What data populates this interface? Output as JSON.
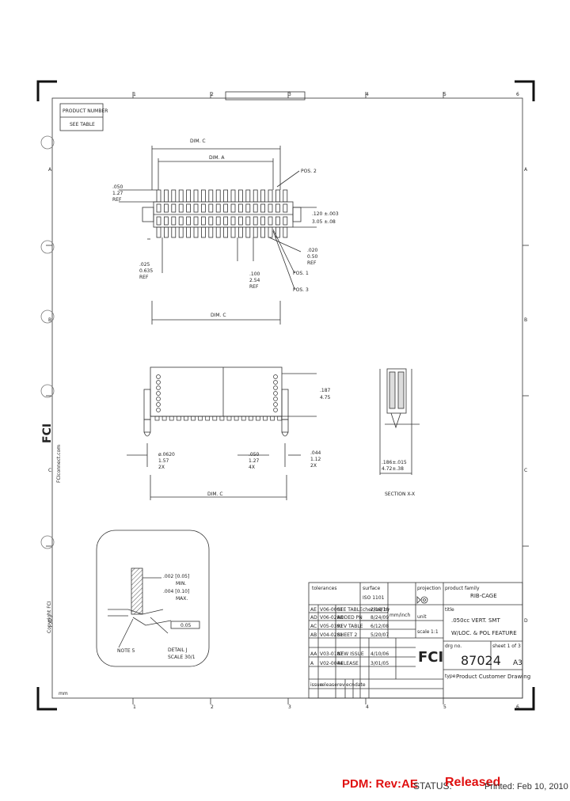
{
  "sheet": {
    "grid_top": [
      "1",
      "2",
      "3",
      "4",
      "5",
      "6"
    ],
    "grid_side": [
      "A",
      "B",
      "C",
      "D"
    ],
    "copyright": "Copyright  FCI",
    "fci_site": "FCIconnect.com",
    "corner_mark": "mm"
  },
  "product_box": {
    "label": "PRODUCT NUMBER",
    "value": "SEE TABLE"
  },
  "top_view": {
    "dim_c_label": "DIM. C",
    "dim_a_label": "DIM. A",
    "pos2": "POS. 2",
    "pos1": "POS. 1",
    "pos3": "POS. 3",
    "d050": ".050",
    "d127": "1.27",
    "ref": "REF",
    "d120": ".120 ±.003",
    "d305": "3.05 ±.08",
    "d020": ".020",
    "d050b": "0.50",
    "ref2": "REF",
    "d025": ".025",
    "d635": "0.635",
    "ref3": "REF",
    "d100": ".100",
    "d254": "2.54",
    "ref4": "REF",
    "dim_c2": "DIM. C"
  },
  "front_view": {
    "d187": ".187",
    "d475": "4.75",
    "d0620": "ø.0620",
    "d157": "1.57",
    "x2": "2X",
    "d050": ".050",
    "d127": "1.27",
    "x4": "4X",
    "d044": ".044",
    "d112": "1.12",
    "x2b": "2X",
    "dim_c": "DIM. C"
  },
  "section": {
    "dim": ".186±.015",
    "dim_mm": "4.72±.38",
    "label": "SECTION  X-X"
  },
  "detail": {
    "d002": ".002 [0.05]",
    "min": "MIN.",
    "d004": ".004 [0.10]",
    "max": "MAX.",
    "note": "NOTE 5",
    "label": "DETAIL J",
    "scale": "SCALE 30/1",
    "ref_box": "0.05"
  },
  "title_block": {
    "tol_label": "tolerances",
    "surface": "surface",
    "projection": "projection",
    "product_family_label": "product family",
    "product_family": "RIB-CAGE",
    "title_label": "title",
    "title1": ".050cc VERT. SMT",
    "title2": "W/LOC. & POL FEATURE",
    "drawing_no_label": "drg no.",
    "drawing_no": "87024",
    "size": "A3",
    "sheet": "sheet 1 of 3",
    "scale_label": "scale",
    "scale": "1:1",
    "type_label": "type",
    "type": "Product Customer Drawing",
    "unit_label": "unit",
    "unit": "mm/inch",
    "dim_std": "ISO 1101",
    "check_label": "checked by",
    "revisions": [
      {
        "rev": "AE",
        "ecn": "V06-0001",
        "note": "SEE TABLE",
        "date": "2/16/10"
      },
      {
        "rev": "AD",
        "ecn": "V06-0288",
        "note": "ADDED PN",
        "date": "8/24/09"
      },
      {
        "rev": "AC",
        "ecn": "V05-0391",
        "note": "REV TABLE",
        "date": "6/12/08"
      },
      {
        "rev": "AB",
        "ecn": "V04-0281",
        "note": "SHEET 2",
        "date": "5/20/07"
      },
      {
        "rev": "AA",
        "ecn": "V03-0187",
        "note": "NEW ISSUE",
        "date": "4/10/06"
      },
      {
        "rev": "A",
        "ecn": "V02-0044",
        "note": "RELEASE",
        "date": "3/01/05"
      }
    ],
    "bottom_labels": [
      "issue",
      "release",
      "rev",
      "ecn",
      "date"
    ]
  },
  "footer": {
    "pdm": "PDM: Rev:AE",
    "status_label": "STATUS:",
    "status": "Released",
    "printed": "Printed: Feb 10, 2010"
  }
}
